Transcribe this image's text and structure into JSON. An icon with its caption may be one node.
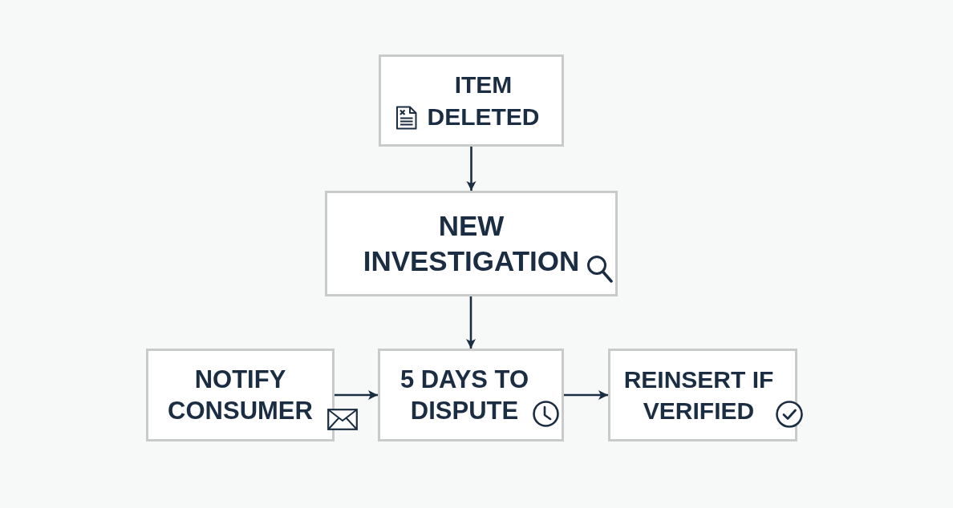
{
  "diagram": {
    "nodes": [
      {
        "text": [
          "ITEM DELETED"
        ]
      },
      {
        "text": [
          "NEW INVESTIGATION"
        ]
      },
      {
        "text": [
          "NOTIFY CONSUMER"
        ]
      },
      {
        "text": [
          "5 DAYS TO DISPUTE"
        ]
      },
      {
        "text": [
          "REINSERT IF VERIFIED"
        ]
      }
    ],
    "edges": [
      {
        "from": 0,
        "to": 1,
        "arrow": "to"
      },
      {
        "from": 1,
        "to": 3,
        "arrow": "to"
      },
      {
        "from": 2,
        "to": 3,
        "arrow": "to"
      },
      {
        "from": 3,
        "to": 4,
        "arrow": "to"
      }
    ]
  }
}
